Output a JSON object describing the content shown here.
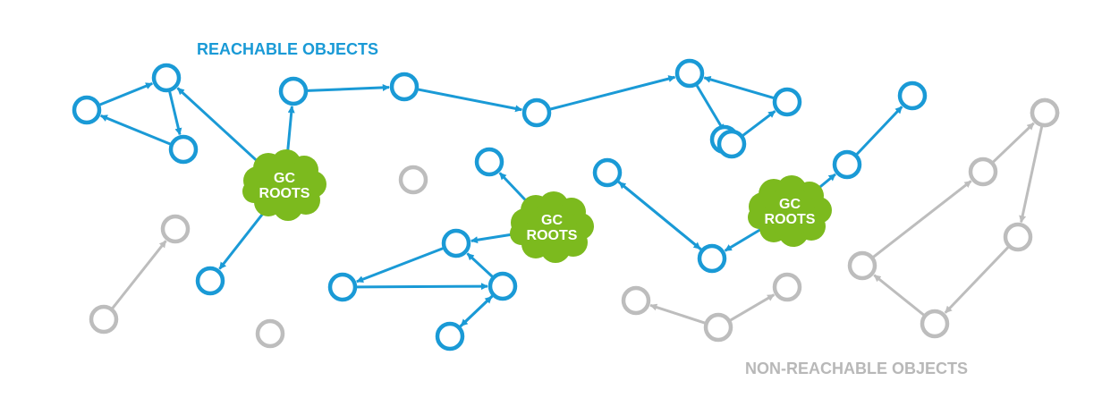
{
  "labels": {
    "reachable": "REACHABLE OBJECTS",
    "non_reachable": "NON-REACHABLE OBJECTS"
  },
  "roots": [
    {
      "id": "r1",
      "line1": "GC",
      "line2": "ROOTS"
    },
    {
      "id": "r2",
      "line1": "GC",
      "line2": "ROOTS"
    },
    {
      "id": "r3",
      "line1": "GC",
      "line2": "ROOTS"
    }
  ],
  "colors": {
    "reachable": "#1a9ad6",
    "non_reachable": "#bdbdbd",
    "root": "#7cba1e",
    "background": "#ffffff"
  },
  "nodes": [
    {
      "id": "a1",
      "kind": "reachable"
    },
    {
      "id": "a2",
      "kind": "reachable"
    },
    {
      "id": "a3",
      "kind": "reachable"
    },
    {
      "id": "a4",
      "kind": "reachable"
    },
    {
      "id": "a5",
      "kind": "reachable"
    },
    {
      "id": "a6",
      "kind": "reachable"
    },
    {
      "id": "a7",
      "kind": "reachable"
    },
    {
      "id": "a8",
      "kind": "reachable"
    },
    {
      "id": "a9",
      "kind": "reachable"
    },
    {
      "id": "a10",
      "kind": "reachable"
    },
    {
      "id": "a11",
      "kind": "reachable"
    },
    {
      "id": "a12",
      "kind": "reachable"
    },
    {
      "id": "a13",
      "kind": "reachable"
    },
    {
      "id": "a14",
      "kind": "reachable"
    },
    {
      "id": "a15",
      "kind": "reachable"
    },
    {
      "id": "a16",
      "kind": "reachable"
    },
    {
      "id": "a17",
      "kind": "reachable"
    },
    {
      "id": "a18",
      "kind": "reachable"
    },
    {
      "id": "a19",
      "kind": "reachable"
    },
    {
      "id": "a20",
      "kind": "reachable"
    },
    {
      "id": "g1",
      "kind": "non_reachable"
    },
    {
      "id": "g2",
      "kind": "non_reachable"
    },
    {
      "id": "g3",
      "kind": "non_reachable"
    },
    {
      "id": "g4",
      "kind": "non_reachable"
    },
    {
      "id": "g5",
      "kind": "non_reachable"
    },
    {
      "id": "g6",
      "kind": "non_reachable"
    },
    {
      "id": "g7",
      "kind": "non_reachable"
    },
    {
      "id": "g8",
      "kind": "non_reachable"
    },
    {
      "id": "g9",
      "kind": "non_reachable"
    },
    {
      "id": "g10",
      "kind": "non_reachable"
    },
    {
      "id": "g11",
      "kind": "non_reachable"
    },
    {
      "id": "g12",
      "kind": "non_reachable"
    },
    {
      "id": "g13",
      "kind": "non_reachable"
    }
  ],
  "edges": [
    {
      "from": "a1",
      "to": "a2",
      "kind": "reachable"
    },
    {
      "from": "a2",
      "to": "a3",
      "kind": "reachable"
    },
    {
      "from": "a3",
      "to": "a1",
      "kind": "reachable"
    },
    {
      "from": "r1",
      "to": "a2",
      "kind": "reachable"
    },
    {
      "from": "r1",
      "to": "a4",
      "kind": "reachable"
    },
    {
      "from": "r1",
      "to": "a9",
      "kind": "reachable"
    },
    {
      "from": "a4",
      "to": "a5",
      "kind": "reachable"
    },
    {
      "from": "a5",
      "to": "a6",
      "kind": "reachable"
    },
    {
      "from": "a6",
      "to": "a7",
      "kind": "reachable"
    },
    {
      "from": "a8",
      "to": "a7",
      "kind": "reachable"
    },
    {
      "from": "a7",
      "to": "a18",
      "kind": "reachable"
    },
    {
      "from": "a18",
      "to": "a8",
      "kind": "reachable"
    },
    {
      "from": "r2",
      "to": "a10",
      "kind": "reachable"
    },
    {
      "from": "r2",
      "to": "a11",
      "kind": "reachable"
    },
    {
      "from": "a11",
      "to": "a12",
      "kind": "reachable"
    },
    {
      "from": "a12",
      "to": "a13",
      "kind": "reachable"
    },
    {
      "from": "a13",
      "to": "a11",
      "kind": "reachable"
    },
    {
      "from": "a13",
      "to": "a14",
      "kind": "reachable"
    },
    {
      "from": "a14",
      "to": "a13",
      "kind": "reachable"
    },
    {
      "from": "r3",
      "to": "a16",
      "kind": "reachable"
    },
    {
      "from": "r3",
      "to": "a19",
      "kind": "reachable"
    },
    {
      "from": "a16",
      "to": "a15",
      "kind": "reachable"
    },
    {
      "from": "a15",
      "to": "a16",
      "kind": "reachable"
    },
    {
      "from": "a19",
      "to": "a20",
      "kind": "reachable"
    },
    {
      "from": "g1",
      "to": "g2",
      "kind": "non_reachable"
    },
    {
      "from": "g4",
      "to": "g5",
      "kind": "non_reachable"
    },
    {
      "from": "g4",
      "to": "g6",
      "kind": "non_reachable"
    },
    {
      "from": "g7",
      "to": "g8",
      "kind": "non_reachable"
    },
    {
      "from": "g8",
      "to": "g9",
      "kind": "non_reachable"
    },
    {
      "from": "g9",
      "to": "g10",
      "kind": "non_reachable"
    },
    {
      "from": "g10",
      "to": "g11",
      "kind": "non_reachable"
    },
    {
      "from": "g11",
      "to": "g7",
      "kind": "non_reachable"
    }
  ]
}
